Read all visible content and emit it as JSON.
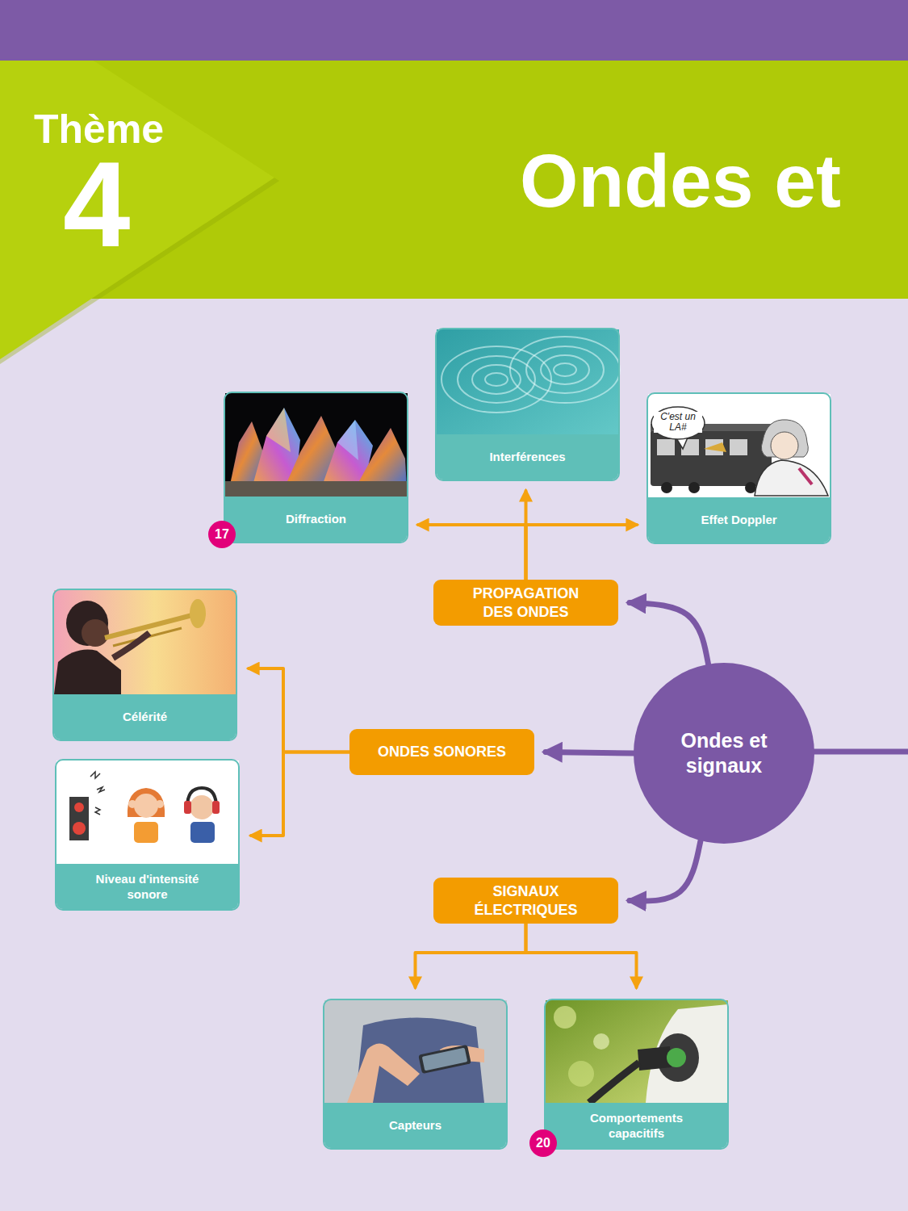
{
  "diagram": {
    "title": "Ondes et",
    "nodes": [
      {
        "text": [
          "Diffraction"
        ]
      },
      {
        "text": [
          "Interférences"
        ]
      },
      {
        "text": [
          "Effet Doppler"
        ]
      },
      {
        "text": [
          "PROPAGATION DES ONDES"
        ]
      },
      {
        "text": [
          "Célérité"
        ]
      },
      {
        "text": [
          "Niveau d'intensité sonore"
        ]
      },
      {
        "text": [
          "ONDES SONORES"
        ]
      },
      {
        "text": [
          "Ondes et signaux"
        ]
      },
      {
        "text": [
          "SIGNAUX ÉLECTRIQUES"
        ]
      },
      {
        "text": [
          "Capteurs"
        ]
      },
      {
        "text": [
          "Comportements capacitifs"
        ]
      }
    ],
    "edges": [
      {
        "from": 7,
        "to": 3,
        "arrow": "to"
      },
      {
        "from": 7,
        "to": 6,
        "arrow": "to"
      },
      {
        "from": 7,
        "to": 8,
        "arrow": "to"
      },
      {
        "from": 3,
        "to": 0,
        "arrow": "to"
      },
      {
        "from": 3,
        "to": 1,
        "arrow": "to"
      },
      {
        "from": 3,
        "to": 2,
        "arrow": "to"
      },
      {
        "from": 6,
        "to": 4,
        "arrow": "to"
      },
      {
        "from": 6,
        "to": 5,
        "arrow": "to"
      },
      {
        "from": 8,
        "to": 9,
        "arrow": "to"
      },
      {
        "from": 8,
        "to": 10,
        "arrow": "to"
      }
    ],
    "labels": [
      "Thème",
      "4",
      "C'est un LA#",
      "17",
      "20"
    ]
  }
}
